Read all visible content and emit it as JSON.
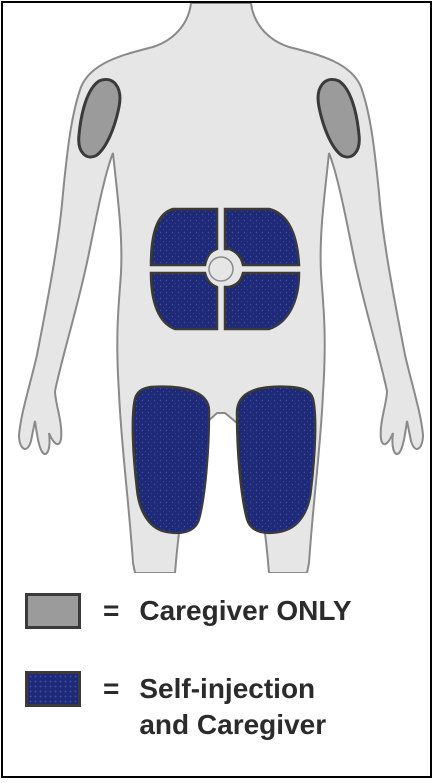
{
  "colors": {
    "body_fill": "#e6e6e6",
    "body_outline": "#8a8a8a",
    "caregiver_only": "#9b9b9b",
    "self_and_caregiver": "#1e2a78",
    "text": "#2b2b2b"
  },
  "legend": {
    "equals": "=",
    "caregiver_only": "Caregiver ONLY",
    "self_injection_line1": "Self-injection",
    "self_injection_line2": "and Caregiver"
  }
}
